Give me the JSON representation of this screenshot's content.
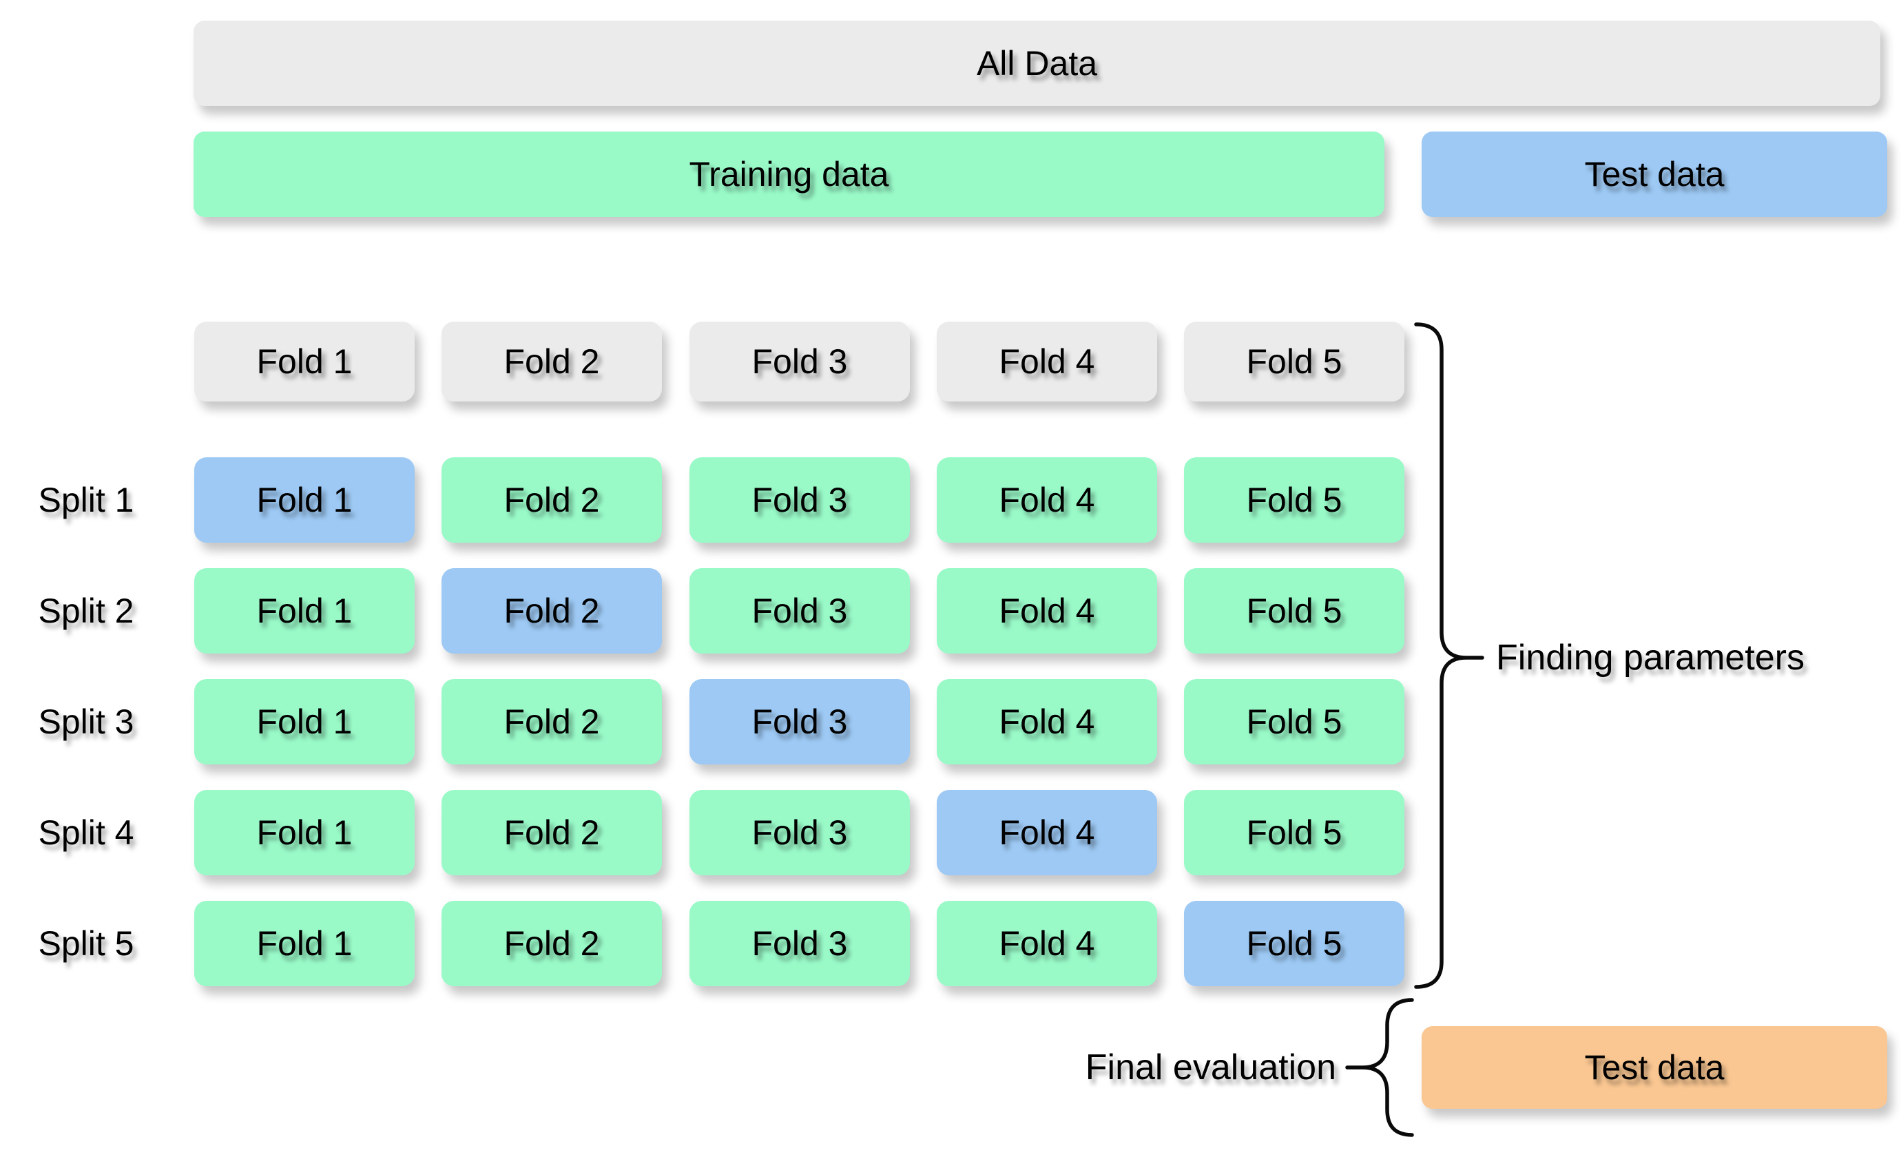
{
  "palette": {
    "background": "#ffffff",
    "gray": "#ebebeb",
    "green": "#99fac8",
    "blue": "#9dc9f4",
    "orange": "#fac792",
    "text": "#000000"
  },
  "top": {
    "all_data_label": "All Data",
    "training_label": "Training data",
    "test_label": "Test data"
  },
  "grid": {
    "fold_headers": [
      "Fold 1",
      "Fold 2",
      "Fold 3",
      "Fold 4",
      "Fold 5"
    ],
    "splits": [
      {
        "label": "Split 1",
        "cells": [
          {
            "label": "Fold 1",
            "role": "test"
          },
          {
            "label": "Fold 2",
            "role": "train"
          },
          {
            "label": "Fold 3",
            "role": "train"
          },
          {
            "label": "Fold 4",
            "role": "train"
          },
          {
            "label": "Fold 5",
            "role": "train"
          }
        ]
      },
      {
        "label": "Split 2",
        "cells": [
          {
            "label": "Fold 1",
            "role": "train"
          },
          {
            "label": "Fold 2",
            "role": "test"
          },
          {
            "label": "Fold 3",
            "role": "train"
          },
          {
            "label": "Fold 4",
            "role": "train"
          },
          {
            "label": "Fold 5",
            "role": "train"
          }
        ]
      },
      {
        "label": "Split 3",
        "cells": [
          {
            "label": "Fold 1",
            "role": "train"
          },
          {
            "label": "Fold 2",
            "role": "train"
          },
          {
            "label": "Fold 3",
            "role": "test"
          },
          {
            "label": "Fold 4",
            "role": "train"
          },
          {
            "label": "Fold 5",
            "role": "train"
          }
        ]
      },
      {
        "label": "Split 4",
        "cells": [
          {
            "label": "Fold 1",
            "role": "train"
          },
          {
            "label": "Fold 2",
            "role": "train"
          },
          {
            "label": "Fold 3",
            "role": "train"
          },
          {
            "label": "Fold 4",
            "role": "test"
          },
          {
            "label": "Fold 5",
            "role": "train"
          }
        ]
      },
      {
        "label": "Split 5",
        "cells": [
          {
            "label": "Fold 1",
            "role": "train"
          },
          {
            "label": "Fold 2",
            "role": "train"
          },
          {
            "label": "Fold 3",
            "role": "train"
          },
          {
            "label": "Fold 4",
            "role": "train"
          },
          {
            "label": "Fold 5",
            "role": "test"
          }
        ]
      }
    ]
  },
  "annotations": {
    "finding_parameters": "Finding parameters",
    "final_evaluation": "Final evaluation",
    "final_test_label": "Test data"
  }
}
